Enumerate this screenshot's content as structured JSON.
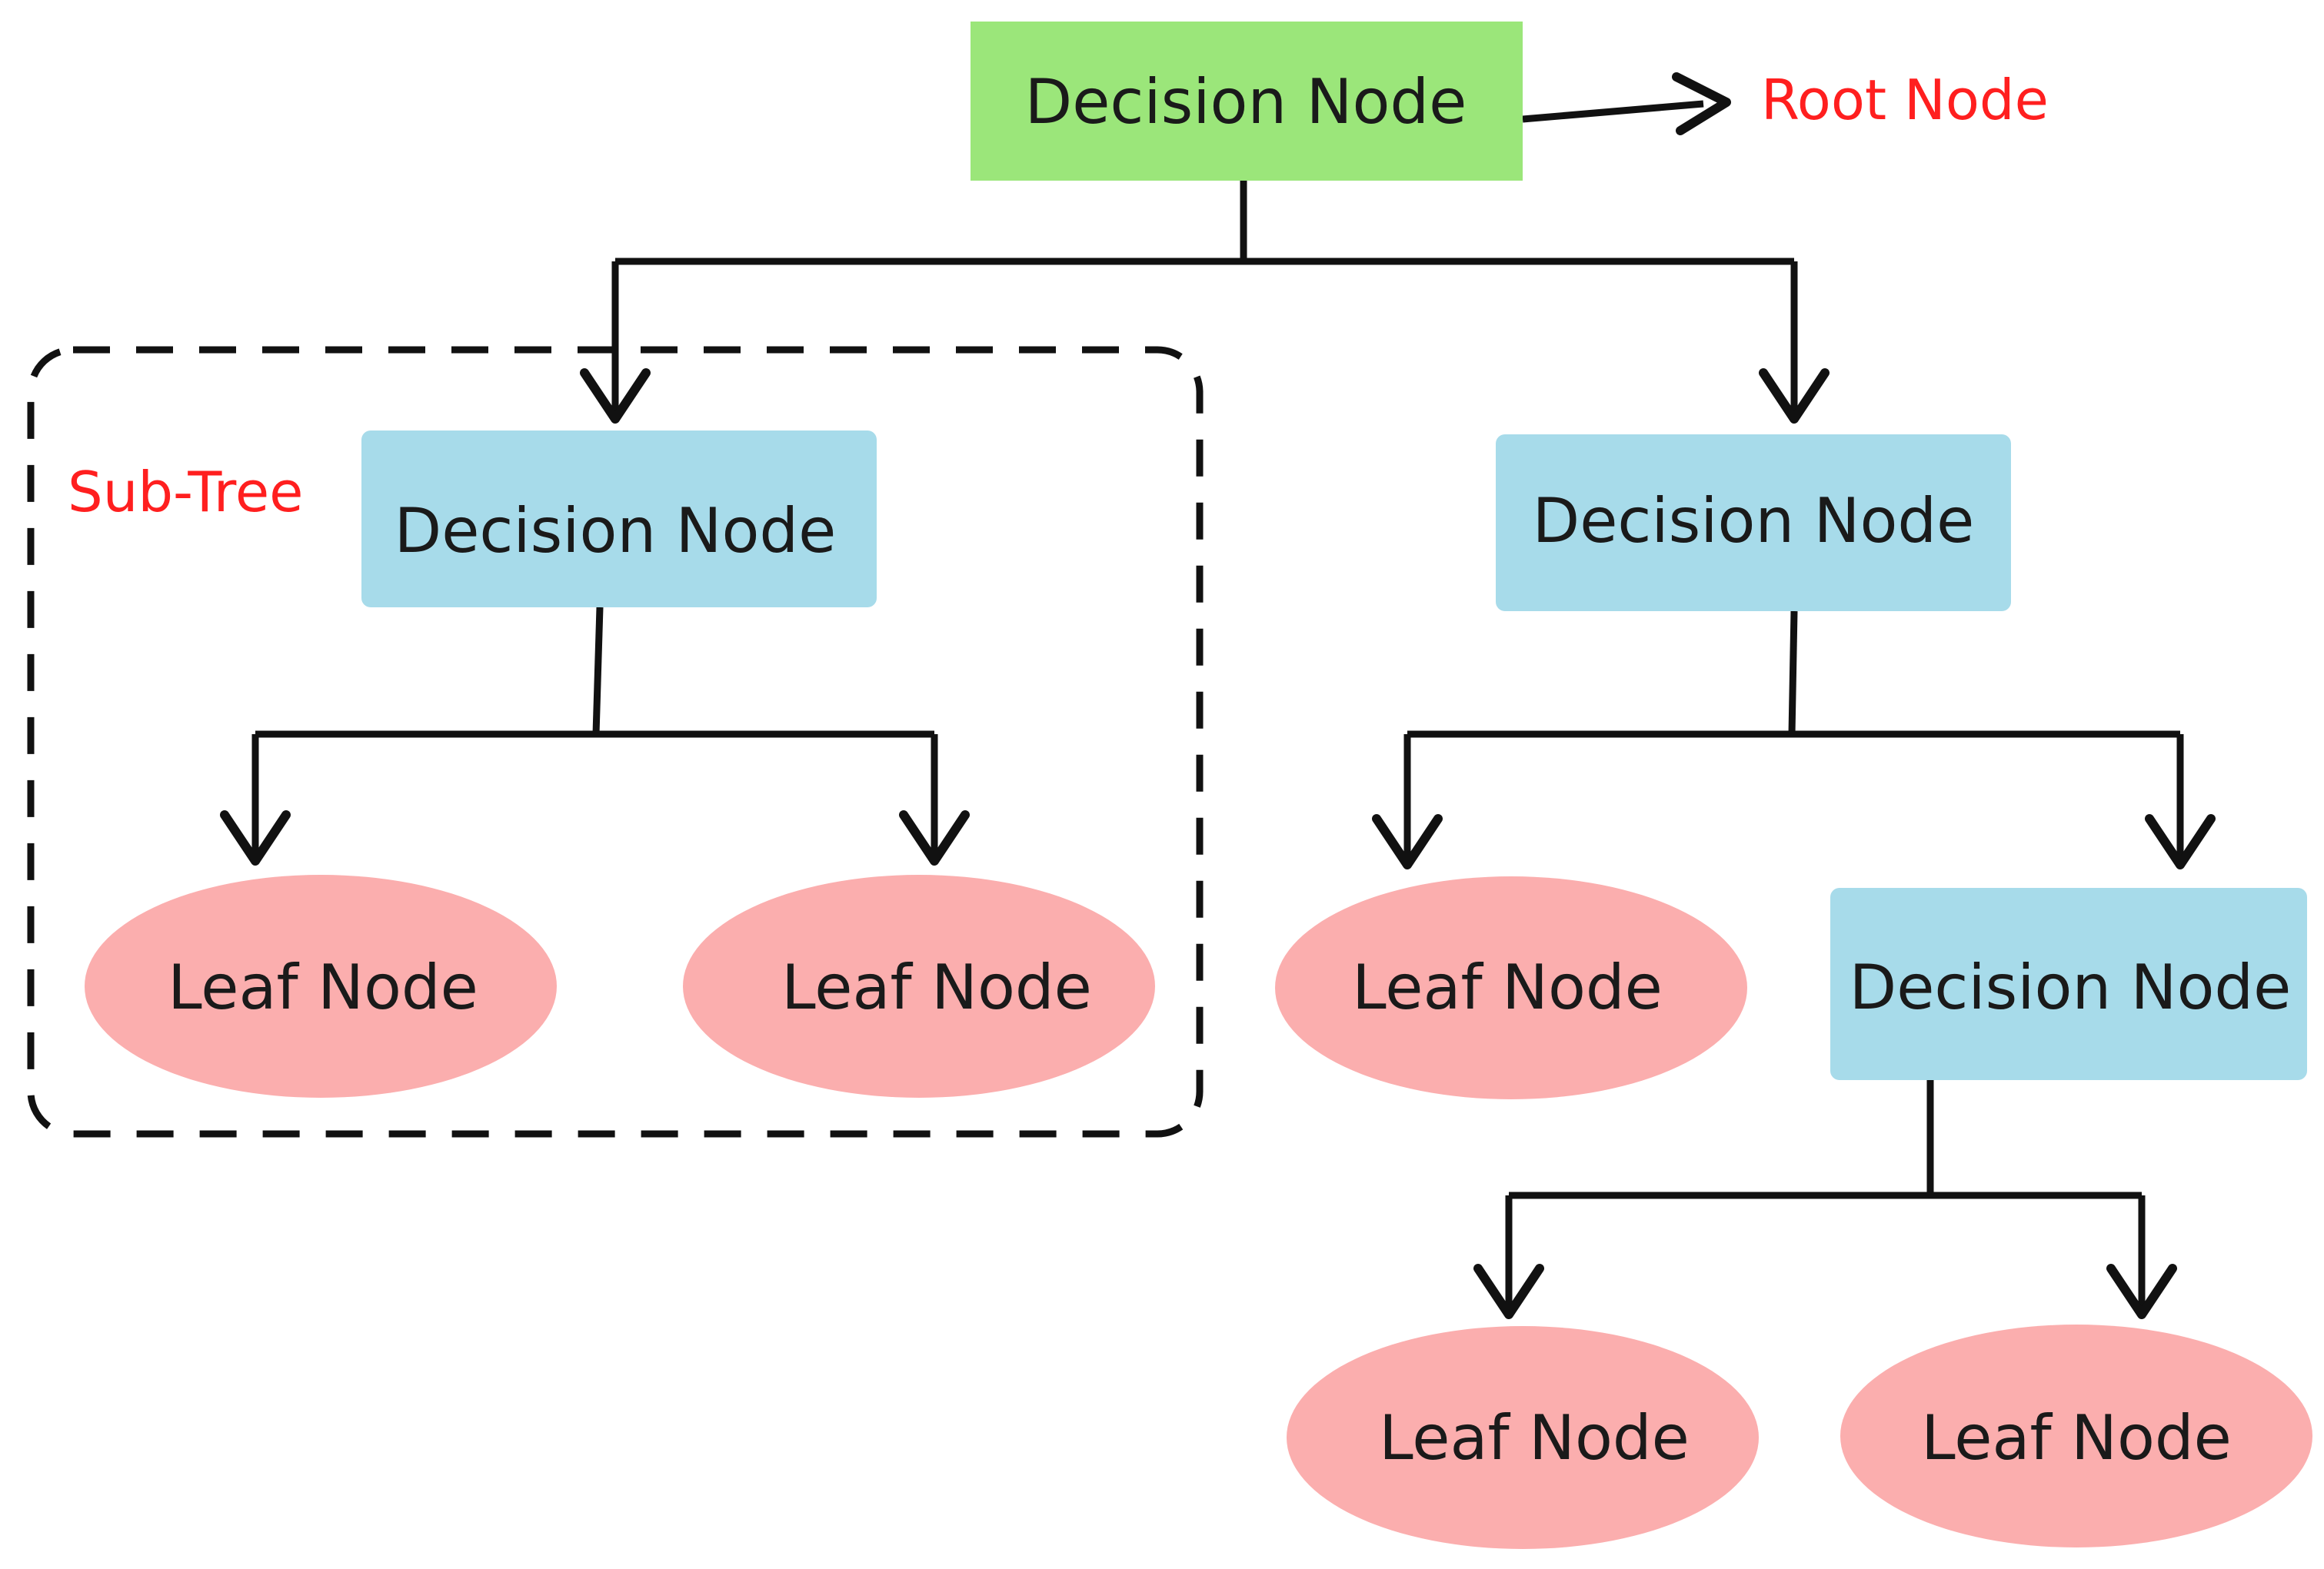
{
  "colors": {
    "root_fill": "#9be67a",
    "decision_fill": "#a7dbea",
    "leaf_fill": "#fbaeae",
    "edge": "#111111",
    "annotation": "#ff1f1f",
    "subtree_border": "#111111"
  },
  "root": {
    "label": "Decision Node",
    "callout": "Root Node"
  },
  "subtree": {
    "label": "Sub-Tree",
    "decision": "Decision Node",
    "leaf_left": "Leaf Node",
    "leaf_right": "Leaf Node"
  },
  "right_branch": {
    "decision": "Decision Node",
    "leaf": "Leaf Node",
    "child_decision": "Decision Node",
    "bottom_leaf_left": "Leaf Node",
    "bottom_leaf_right": "Leaf Node"
  }
}
